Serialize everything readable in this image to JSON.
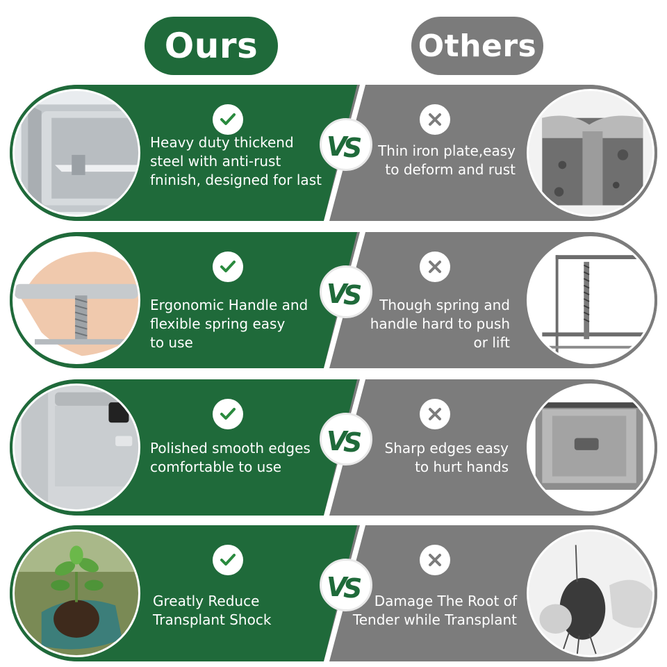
{
  "headers": {
    "ours": "Ours",
    "others": "Others"
  },
  "vs_label": "VS",
  "rows": [
    {
      "ours_text": "Heavy duty thickend\nsteel with anti-rust\nfninish, designed for last",
      "others_text": "Thin iron plate,easy\nto deform and rust",
      "ours_image": "steel-corner-photo",
      "others_image": "rusted-plate-photo"
    },
    {
      "ours_text": "Ergonomic Handle and\nflexible spring easy\nto use",
      "others_text": "Though spring and\nhandle hard to push\nor lift",
      "ours_image": "hand-handle-photo",
      "others_image": "spring-frame-photo"
    },
    {
      "ours_text": "Polished smooth edges\ncomfortable  to use",
      "others_text": "Sharp edges easy\nto hurt hands",
      "ours_image": "smooth-edge-photo",
      "others_image": "sharp-edge-photo"
    },
    {
      "ours_text": "Greatly Reduce\nTransplant Shock",
      "others_text": "Damage The Root of\nTender while Transplant",
      "ours_image": "seedling-glove-photo",
      "others_image": "damaged-root-photo"
    }
  ],
  "colors": {
    "ours_green": "#1f6a3a",
    "others_grey": "#7c7c7c",
    "check_green": "#2a8a3e",
    "cross_grey": "#7c7c7c"
  }
}
